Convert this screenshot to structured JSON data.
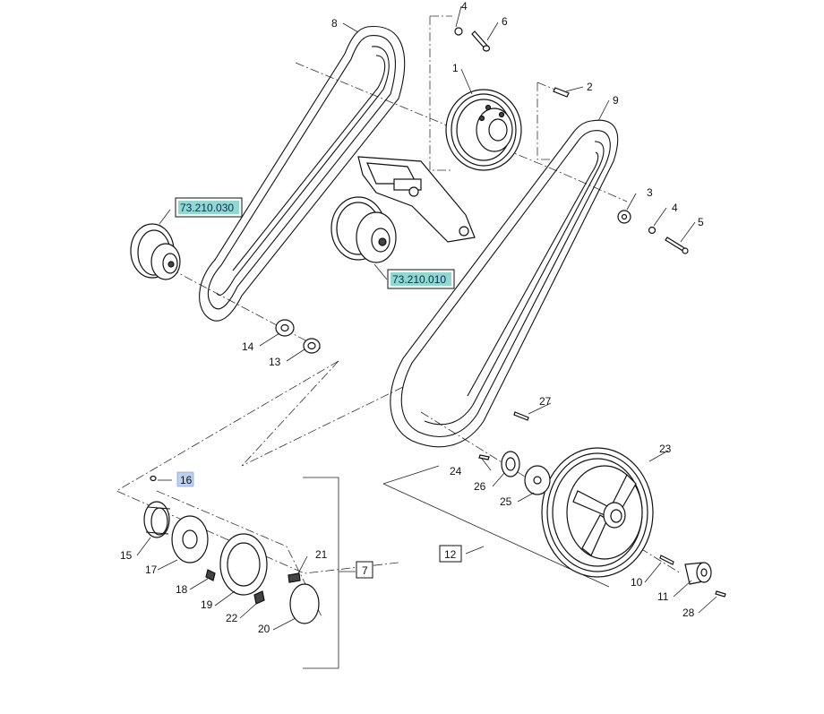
{
  "callouts": {
    "c1": "1",
    "c2": "2",
    "c3": "3",
    "c4a": "4",
    "c4b": "4",
    "c5": "5",
    "c6": "6",
    "c7": "7",
    "c8": "8",
    "c9": "9",
    "c10": "10",
    "c11": "11",
    "c12": "12",
    "c13": "13",
    "c14": "14",
    "c15": "15",
    "c16": "16",
    "c17": "17",
    "c18": "18",
    "c19": "19",
    "c20": "20",
    "c21": "21",
    "c22": "22",
    "c23": "23",
    "c24": "24",
    "c25": "25",
    "c26": "26",
    "c27": "27",
    "c28": "28"
  },
  "references": {
    "ref_a": "73.210.030",
    "ref_b": "73.210.010"
  },
  "colors": {
    "reference_highlight": "#8fd9cf",
    "callout_highlight": "#bcd0f2"
  }
}
